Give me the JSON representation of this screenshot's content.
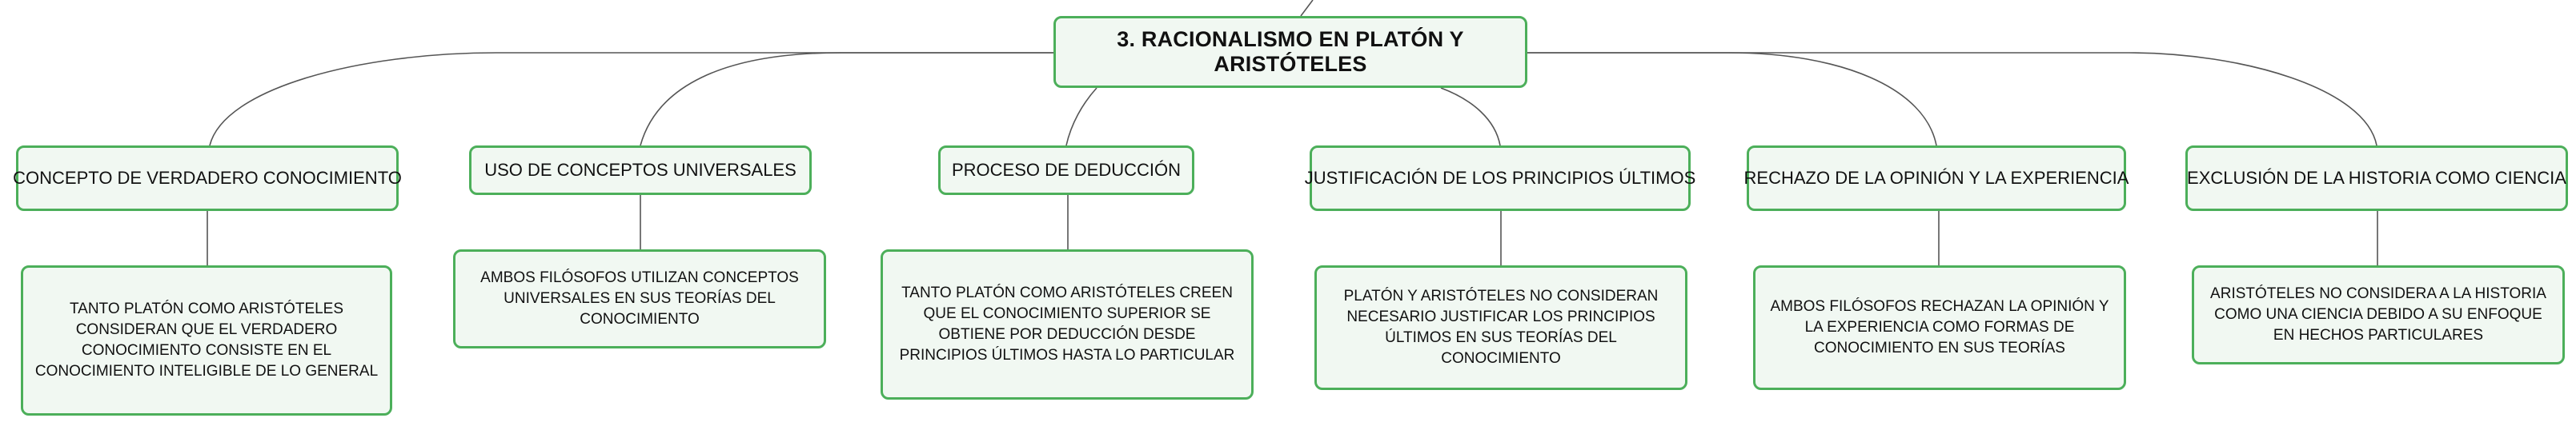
{
  "map": {
    "root": {
      "title": "3. RACIONALISMO EN PLATÓN Y ARISTÓTELES"
    },
    "topics": [
      {
        "label": "CONCEPTO DE VERDADERO CONOCIMIENTO",
        "detail": "TANTO PLATÓN COMO ARISTÓTELES CONSIDERAN QUE EL VERDADERO CONOCIMIENTO CONSISTE EN EL CONOCIMIENTO INTELIGIBLE DE LO GENERAL"
      },
      {
        "label": "USO DE CONCEPTOS UNIVERSALES",
        "detail": "AMBOS FILÓSOFOS UTILIZAN CONCEPTOS UNIVERSALES EN SUS TEORÍAS DEL CONOCIMIENTO"
      },
      {
        "label": "PROCESO DE DEDUCCIÓN",
        "detail": "TANTO PLATÓN COMO ARISTÓTELES CREEN QUE EL CONOCIMIENTO SUPERIOR SE OBTIENE POR DEDUCCIÓN DESDE PRINCIPIOS ÚLTIMOS HASTA LO PARTICULAR"
      },
      {
        "label": "JUSTIFICACIÓN DE LOS PRINCIPIOS ÚLTIMOS",
        "detail": "PLATÓN Y ARISTÓTELES NO CONSIDERAN NECESARIO JUSTIFICAR LOS PRINCIPIOS ÚLTIMOS EN SUS TEORÍAS DEL CONOCIMIENTO"
      },
      {
        "label": "RECHAZO DE LA OPINIÓN Y LA EXPERIENCIA",
        "detail": "AMBOS FILÓSOFOS RECHAZAN LA OPINIÓN Y LA EXPERIENCIA COMO FORMAS DE CONOCIMIENTO EN SUS TEORÍAS"
      },
      {
        "label": "EXCLUSIÓN DE LA HISTORIA COMO CIENCIA",
        "detail": "ARISTÓTELES NO CONSIDERA A LA HISTORIA COMO UNA CIENCIA DEBIDO A SU ENFOQUE EN HECHOS PARTICULARES"
      }
    ]
  },
  "colors": {
    "node_border": "#4caf5a",
    "node_fill": "#f1f8f2",
    "connector": "#555555"
  }
}
